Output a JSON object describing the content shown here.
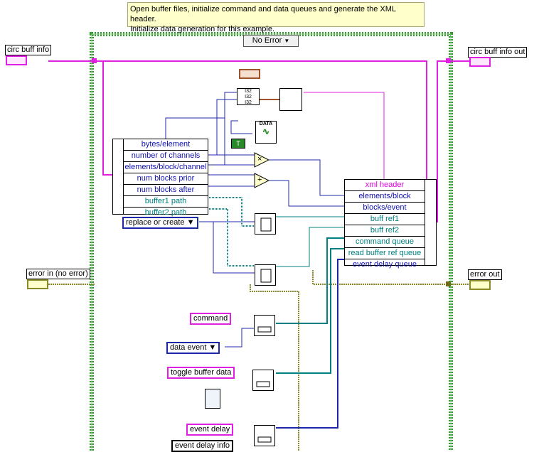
{
  "comment": {
    "line1": "Open buffer files, initialize command and data queues and generate the XML header.",
    "line2": "Initialize data generation for this example."
  },
  "case_selector": {
    "value": "No Error",
    "arrow": "▼"
  },
  "terminals": {
    "circ_in": "circ buff info",
    "circ_out": "circ buff info out",
    "err_in": "error in (no error)",
    "err_out": "error out"
  },
  "unbundle_rows": [
    "bytes/element",
    "number of channels",
    "elements/block/channel",
    "num blocks  prior",
    "num blocks after",
    "buffer1 path",
    "buffer2 path"
  ],
  "bundle_rows": [
    "xml header",
    "elements/block",
    "blocks/event",
    "buff ref1",
    "buff ref2",
    "command queue",
    "read buffer ref queue",
    "event delay queue"
  ],
  "ring_replace": "replace or create",
  "ring_data_event": "data event",
  "const_command": "command",
  "const_toggle": "toggle buffer data",
  "const_event_delay": "event delay",
  "const_event_delay_info": "event delay info",
  "data_node": "DATA",
  "tf_const": "T",
  "i32_label": "I32",
  "multiply_symbol": "×",
  "add_symbol": "+",
  "colors": {
    "cluster": "#e020e0",
    "error": "#8a8a2a",
    "frame": "#2e9a2e",
    "blue_wire": "#1c28a8",
    "teal_wire": "#008080"
  }
}
